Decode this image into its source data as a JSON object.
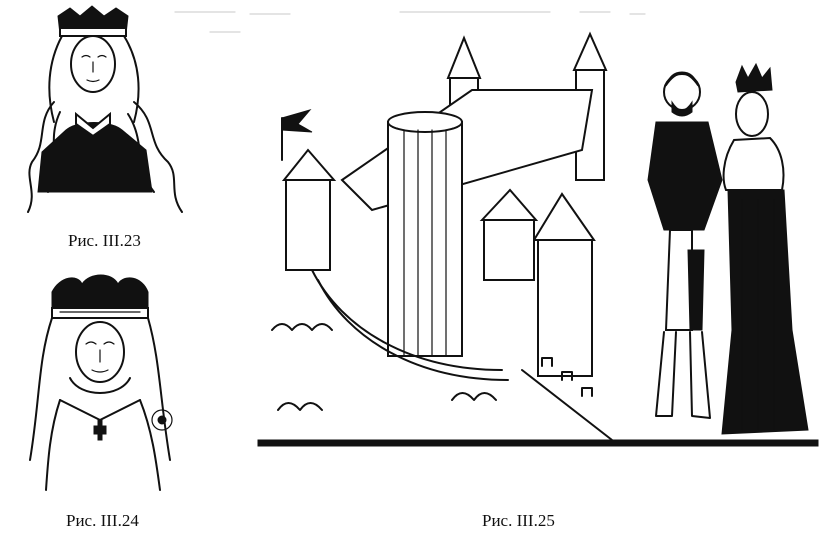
{
  "figures": [
    {
      "caption": "Рис. III.23"
    },
    {
      "caption": "Рис. III.24"
    },
    {
      "caption": "Рис. III.25"
    }
  ],
  "colors": {
    "ink": "#111111",
    "paper": "#ffffff"
  }
}
